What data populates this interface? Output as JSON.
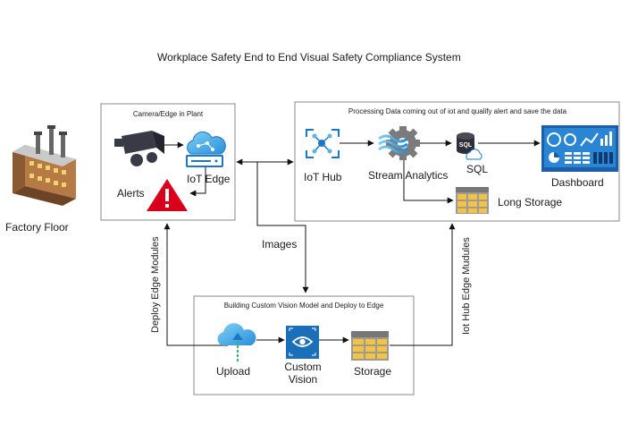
{
  "title": "Workplace Safety End to End Visual Safety Compliance System",
  "factory_label": "Factory Floor",
  "groups": {
    "camera_edge": {
      "title": "Camera/Edge in Plant",
      "iot_edge": "IoT Edge",
      "alerts": "Alerts"
    },
    "processing": {
      "title": "Processing Data coming out of iot and qualify alert and save the data",
      "iot_hub": "IoT Hub",
      "stream_analytics": "Stream Analytics",
      "sql": "SQL",
      "dashboard": "Dashboard",
      "long_storage": "Long Storage"
    },
    "custom_vision": {
      "title": "Building Custom Vision Model and Deploy to Edge",
      "upload": "Upload",
      "custom_vision_line1": "Custom",
      "custom_vision_line2": "Vision",
      "storage": "Storage"
    }
  },
  "connectors": {
    "images": "Images",
    "deploy_edge_modules": "Deploy Edge Modules",
    "iot_hub_edge_modules": "Iot Hub Edge Mudules"
  },
  "colors": {
    "azure_blue": "#1b76c8",
    "azure_light": "#59b4e6",
    "alert_red": "#d9001b",
    "box_border": "#8a8a8a",
    "arrow": "#111111"
  },
  "icons": {
    "factory": "factory-icon",
    "camera": "camera-icon",
    "iot_edge": "iot-edge-icon",
    "alerts": "alert-icon",
    "iot_hub": "iot-hub-icon",
    "stream_analytics": "stream-analytics-icon",
    "sql": "sql-database-icon",
    "dashboard": "dashboard-icon",
    "long_storage": "table-storage-icon",
    "upload": "cloud-upload-icon",
    "custom_vision": "custom-vision-icon",
    "storage": "table-storage-icon"
  }
}
